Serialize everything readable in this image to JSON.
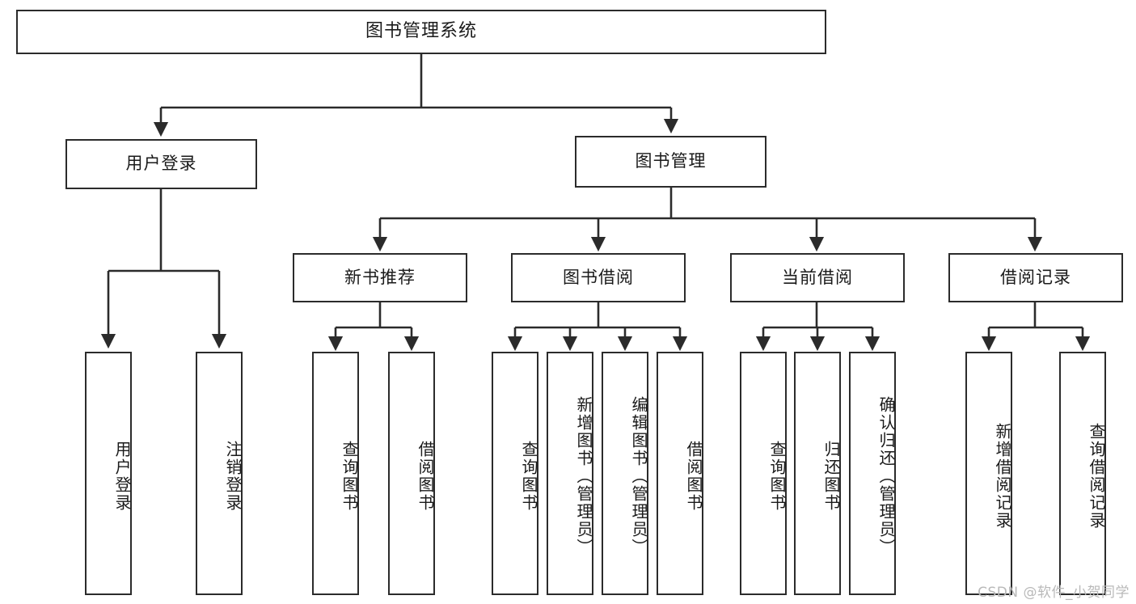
{
  "diagram": {
    "title": "图书管理系统",
    "type": "function-structure-tree",
    "watermark": "CSDN @软件_小贺同学",
    "colors": {
      "background": "#ffffff",
      "stroke": "#2b2b2b",
      "text": "#1a1a1a",
      "watermark": "#b9b9b9"
    },
    "root": {
      "label": "图书管理系统"
    },
    "level2": [
      {
        "label": "用户登录"
      },
      {
        "label": "图书管理"
      }
    ],
    "level3": [
      {
        "label": "新书推荐"
      },
      {
        "label": "图书借阅"
      },
      {
        "label": "当前借阅"
      },
      {
        "label": "借阅记录"
      }
    ],
    "leaves": {
      "user_login": [
        {
          "label": "用户登录"
        },
        {
          "label": "注销登录"
        }
      ],
      "new_book_recommend": [
        {
          "label": "查询图书"
        },
        {
          "label": "借阅图书"
        }
      ],
      "book_borrow": [
        {
          "label": "查询图书"
        },
        {
          "label": "新增图书（管理员）"
        },
        {
          "label": "编辑图书（管理员）"
        },
        {
          "label": "借阅图书"
        }
      ],
      "current_borrow": [
        {
          "label": "查询图书"
        },
        {
          "label": "归还图书"
        },
        {
          "label": "确认归还（管理员）"
        }
      ],
      "borrow_record": [
        {
          "label": "新增借阅记录"
        },
        {
          "label": "查询借阅记录"
        }
      ]
    }
  }
}
